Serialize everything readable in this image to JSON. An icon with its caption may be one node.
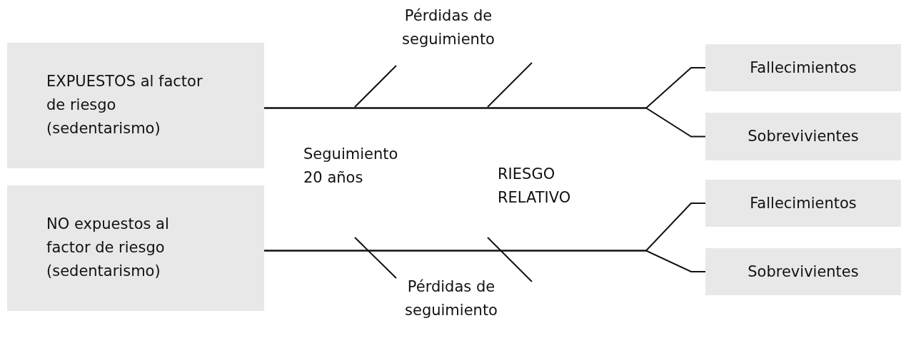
{
  "diagram": {
    "nodes": [
      {
        "text": [
          "EXPUESTOS al factor de riesgo (sedentarismo)"
        ]
      },
      {
        "text": [
          "NO expuestos al factor de riesgo (sedentarismo)"
        ]
      },
      {
        "text": [
          "Fallecimientos"
        ]
      },
      {
        "text": [
          "Sobrevivientes"
        ]
      },
      {
        "text": [
          "Fallecimientos"
        ]
      },
      {
        "text": [
          "Sobrevivientes"
        ]
      }
    ],
    "edges": [
      {
        "from": 0,
        "to": 2,
        "arrow": "none"
      },
      {
        "from": 0,
        "to": 3,
        "arrow": "none"
      },
      {
        "from": 1,
        "to": 4,
        "arrow": "none"
      },
      {
        "from": 1,
        "to": 5,
        "arrow": "none"
      }
    ],
    "labels": [
      "Pérdidas de seguimiento",
      "Seguimiento 20 años",
      "RIESGO RELATIVO",
      "Pérdidas de seguimiento"
    ]
  }
}
